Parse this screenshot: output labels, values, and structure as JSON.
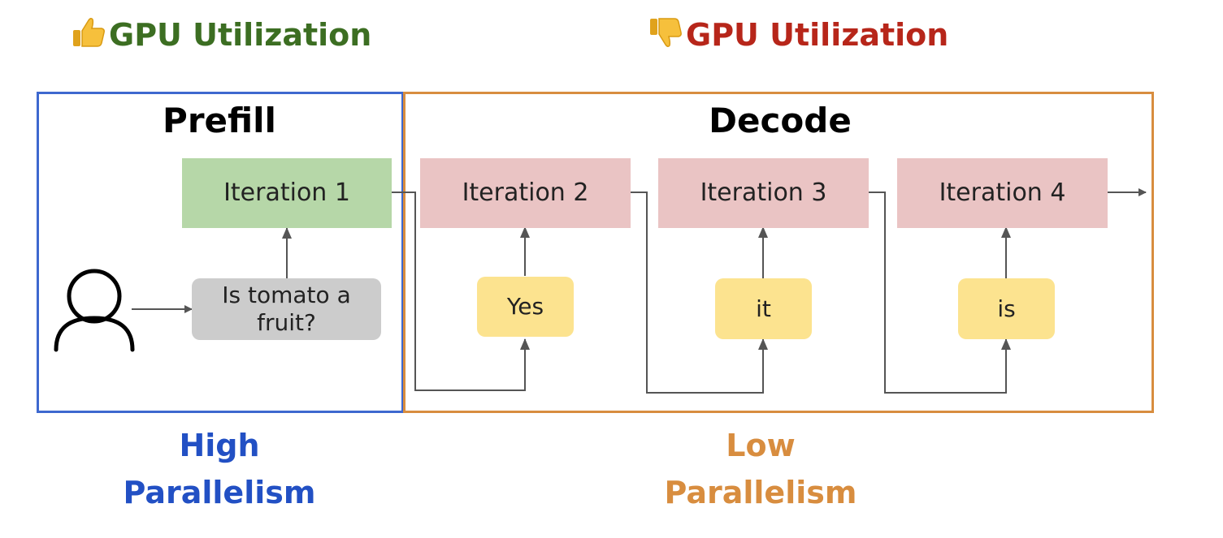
{
  "headings": {
    "left": {
      "emoji": "thumbs-up-icon",
      "text": "GPU Utilization",
      "color": "#3c6e22"
    },
    "right": {
      "emoji": "thumbs-down-icon",
      "text": "GPU Utilization",
      "color": "#b7261a"
    }
  },
  "prefill": {
    "title": "Prefill",
    "border_color": "#3e68cf"
  },
  "decode": {
    "title": "Decode",
    "border_color": "#d88d3f"
  },
  "iterations": [
    {
      "label": "Iteration 1",
      "phase": "prefill",
      "color": "#b6d7a8"
    },
    {
      "label": "Iteration 2",
      "phase": "decode",
      "color": "#eac4c4"
    },
    {
      "label": "Iteration 3",
      "phase": "decode",
      "color": "#eac4c4"
    },
    {
      "label": "Iteration 4",
      "phase": "decode",
      "color": "#eac4c4"
    }
  ],
  "user": {
    "icon": "user-icon"
  },
  "prompt": {
    "line1": "Is tomato a",
    "line2": "fruit?"
  },
  "tokens": [
    "Yes",
    "it",
    "is"
  ],
  "footer": {
    "left": {
      "line1": "High",
      "line2": "Parallelism",
      "color": "#2250c4"
    },
    "right": {
      "line1": "Low",
      "line2": "Parallelism",
      "color": "#d88d3f"
    }
  }
}
